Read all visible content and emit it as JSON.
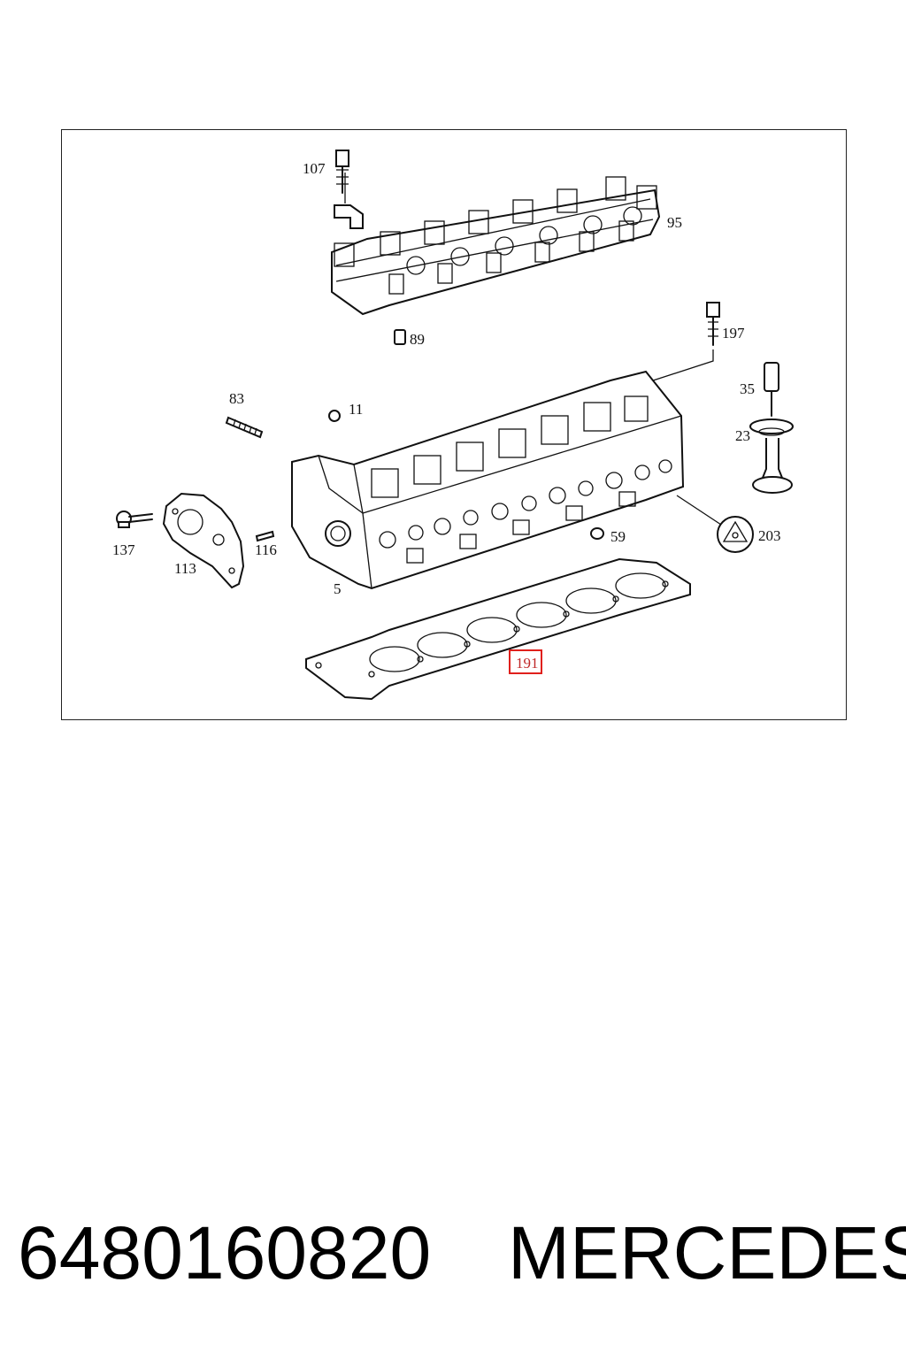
{
  "diagram": {
    "callouts": {
      "c107": "107",
      "c95": "95",
      "c89": "89",
      "c197": "197",
      "c83": "83",
      "c11": "11",
      "c35": "35",
      "c23": "23",
      "c137": "137",
      "c113": "113",
      "c116": "116",
      "c59": "59",
      "c203": "203",
      "c5": "5",
      "c191": "191"
    },
    "highlighted_callout": "191",
    "highlight_color": "#e0201c"
  },
  "footer": {
    "part_number": "6480160820",
    "brand": "MERCEDES"
  }
}
